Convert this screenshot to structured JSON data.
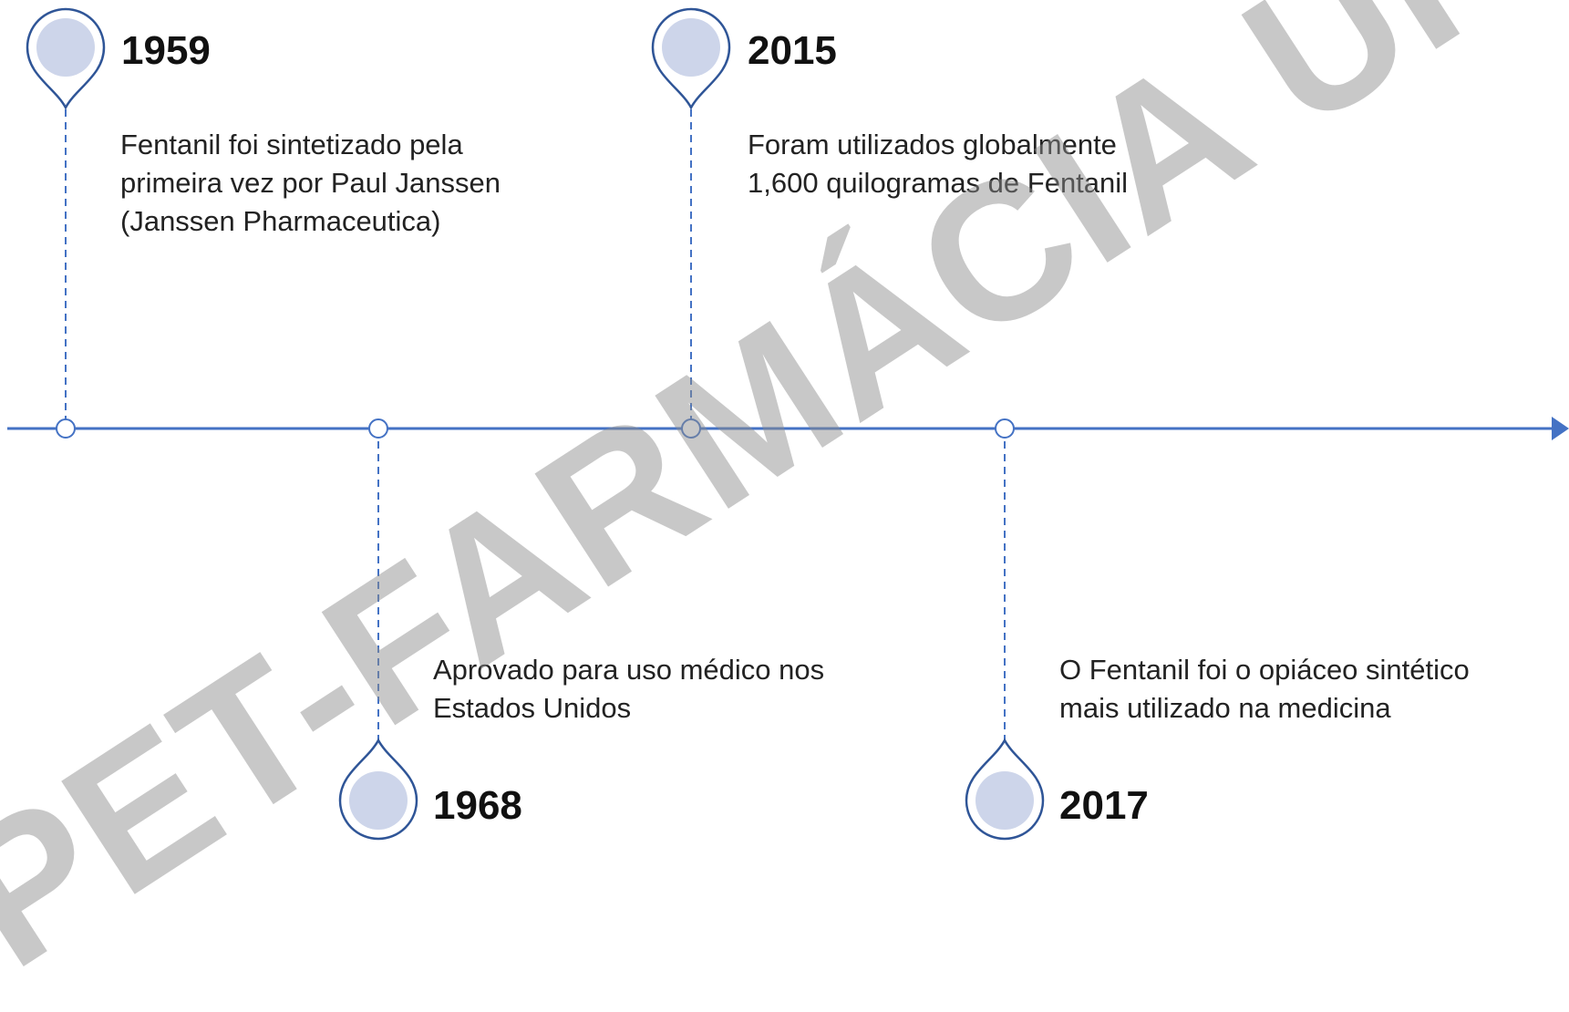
{
  "colors": {
    "axis": "#4472C4",
    "pin_outline": "#2F5597",
    "pin_fill": "#CDD5EA",
    "watermark": "#8C8C8C"
  },
  "events": [
    {
      "year": "1959",
      "lines": [
        "Fentanil foi sintetizado pela",
        "primeira vez por Paul Janssen",
        "(Janssen Pharmaceutica)"
      ]
    },
    {
      "year": "1968",
      "lines": [
        "Aprovado para uso médico nos",
        "Estados Unidos"
      ]
    },
    {
      "year": "2015",
      "lines": [
        "Foram utilizados globalmente",
        "1,600 quilogramas de Fentanil"
      ]
    },
    {
      "year": "2017",
      "lines": [
        "O Fentanil foi o opiáceo sintético",
        "mais utilizado na medicina"
      ]
    }
  ],
  "watermark": "PET-FARMÁCIA UFF"
}
